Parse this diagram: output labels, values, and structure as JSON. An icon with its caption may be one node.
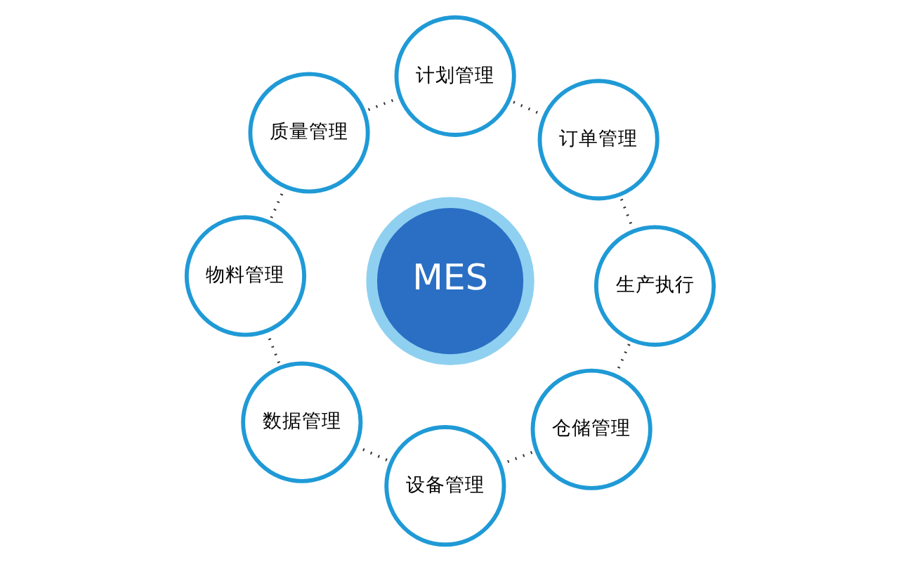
{
  "diagram": {
    "nodes": [
      {
        "text": [
          "MES"
        ]
      },
      {
        "text": [
          "生产执行"
        ]
      },
      {
        "text": [
          "订单管理"
        ]
      },
      {
        "text": [
          "计划管理"
        ]
      },
      {
        "text": [
          "质量管理"
        ]
      },
      {
        "text": [
          "物料管理"
        ]
      },
      {
        "text": [
          "数据管理"
        ]
      },
      {
        "text": [
          "设备管理"
        ]
      },
      {
        "text": [
          "仓储管理"
        ]
      }
    ],
    "edges": [
      {
        "from": 1,
        "to": 2,
        "arrow": "none",
        "style": "dashed"
      },
      {
        "from": 2,
        "to": 3,
        "arrow": "none",
        "style": "dashed"
      },
      {
        "from": 3,
        "to": 4,
        "arrow": "none",
        "style": "dashed"
      },
      {
        "from": 4,
        "to": 5,
        "arrow": "none",
        "style": "dashed"
      },
      {
        "from": 5,
        "to": 6,
        "arrow": "none",
        "style": "dashed"
      },
      {
        "from": 6,
        "to": 7,
        "arrow": "none",
        "style": "dashed"
      },
      {
        "from": 7,
        "to": 8,
        "arrow": "none",
        "style": "dashed"
      },
      {
        "from": 8,
        "to": 1,
        "arrow": "none",
        "style": "dashed"
      }
    ]
  }
}
